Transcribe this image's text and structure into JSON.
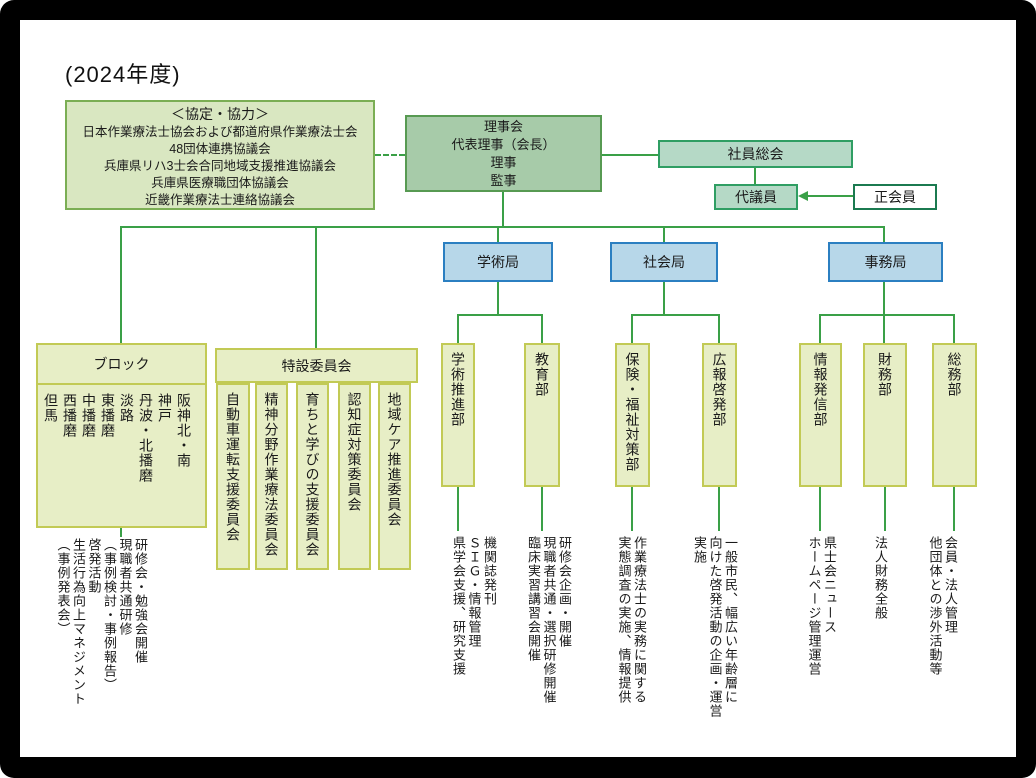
{
  "title": "(2024年度)",
  "colors": {
    "frame": "#000000",
    "connector_green": "#3aa047",
    "agreement_fill": "#d9e7c1",
    "agreement_border": "#7bae54",
    "board_fill": "#a7cba9",
    "board_border": "#579a52",
    "teal_fill": "#b5d9c6",
    "teal_border": "#2f9e63",
    "member_border": "#1b7a50",
    "bureau_fill": "#b7d7e9",
    "bureau_border": "#2b7fc1",
    "dept_fill": "#e7eec6",
    "dept_border": "#c2ca55"
  },
  "agreement": {
    "header": "＜協定・協力＞",
    "lines": "日本作業療法士協会および都道府県作業療法士会\n48団体連携協議会\n兵庫県リハ3士会合同地域支援推進協議会\n兵庫県医療職団体協議会\n近畿作業療法士連絡協議会"
  },
  "board": {
    "label": "理事会\n代表理事（会長）\n理事\n監事"
  },
  "assembly": {
    "label": "社員総会"
  },
  "delegate": {
    "label": "代議員"
  },
  "regular_member": {
    "label": "正会員"
  },
  "bureaus": [
    {
      "label": "学術局"
    },
    {
      "label": "社会局"
    },
    {
      "label": "事務局"
    }
  ],
  "block": {
    "title": "ブロック",
    "regions": "阪神北・南\n神戸\n丹波・北播磨\n淡路\n東播磨\n中播磨\n西播磨\n但馬",
    "desc": "研修会・勉強会開催\n現職者共通研修\n（事例検討・事例報告）\n啓発活動\n生活行為向上マネジメント\n（事例発表会）"
  },
  "special": {
    "title": "特設委員会",
    "committees": [
      "自動車運転支援委員会",
      "精神分野作業療法委員会",
      "育ちと学びの支援委員会",
      "認知症対策委員会",
      "地域ケア推進委員会"
    ]
  },
  "departments": [
    {
      "label": "学術推進部",
      "desc": "機関誌発刊\nＳＩＧ・情報管理\n県学会支援、研究支援"
    },
    {
      "label": "教育部",
      "desc": "研修会企画・開催\n現職者共通・選択研修開催\n臨床実習講習会開催"
    },
    {
      "label": "保険・福祉対策部",
      "desc": "作業療法士の実務に関する\n実態調査の実施、情報提供"
    },
    {
      "label": "広報啓発部",
      "desc": "一般市民、幅広い年齢層に\n向けた啓発活動の企画・運営\n実施"
    },
    {
      "label": "情報発信部",
      "desc": "県士会ニュース\nホームページ管理運営"
    },
    {
      "label": "財務部",
      "desc": "法人財務全般"
    },
    {
      "label": "総務部",
      "desc": "会員・法人管理\n他団体との渉外活動等"
    }
  ]
}
